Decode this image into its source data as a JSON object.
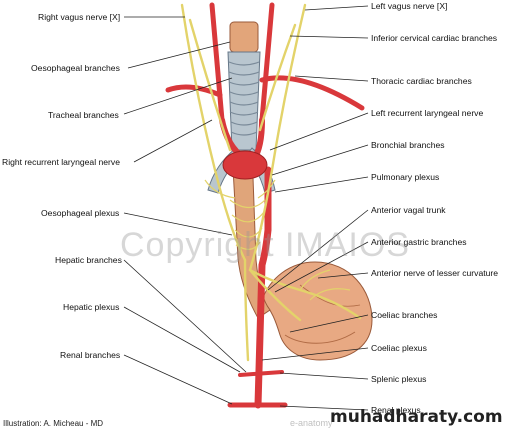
{
  "labels": {
    "right_vagus": "Right vagus nerve [X]",
    "oesophageal_branches": "Oesophageal branches",
    "tracheal_branches": "Tracheal branches",
    "right_recurrent": "Right recurrent laryngeal nerve",
    "oesophageal_plexus": "Oesophageal plexus",
    "hepatic_branches": "Hepatic branches",
    "hepatic_plexus": "Hepatic plexus",
    "renal_branches": "Renal branches",
    "left_vagus": "Left vagus nerve [X]",
    "inferior_cervical": "Inferior cervical cardiac branches",
    "thoracic_cardiac": "Thoracic cardiac branches",
    "left_recurrent": "Left recurrent laryngeal nerve",
    "bronchial": "Bronchial branches",
    "pulmonary": "Pulmonary plexus",
    "anterior_vagal": "Anterior vagal trunk",
    "anterior_gastric": "Anterior gastric branches",
    "lesser_curvature": "Anterior nerve of lesser curvature",
    "coeliac_branches": "Coeliac branches",
    "coeliac_plexus": "Coeliac plexus",
    "splenic": "Splenic plexus",
    "renal_plexus": "Renal plexus"
  },
  "watermark": "Copyright IMAIOS",
  "credit": "Illustration: A. Micheau - MD",
  "site": "muhadharaty.com",
  "anatomy_mark": "e-anatomy",
  "colors": {
    "artery": "#d9383b",
    "nerve": "#e3d36a",
    "oesophagus": "#e0a57a",
    "trachea": "#b9c6cf",
    "stomach": "#e8a983",
    "leader": "#222222"
  }
}
